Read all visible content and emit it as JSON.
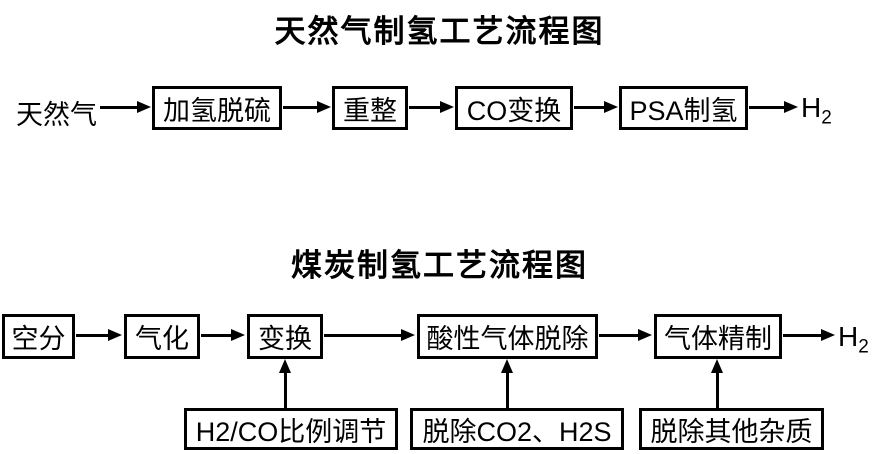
{
  "page": {
    "background_color": "#ffffff",
    "line_color": "#000000"
  },
  "natural_gas_diagram": {
    "title": "天然气制氢工艺流程图",
    "input_label": "天然气",
    "steps": [
      "加氢脱硫",
      "重整",
      "CO变换",
      "PSA制氢"
    ],
    "output_label": "H",
    "output_subscript": "2"
  },
  "coal_diagram": {
    "title": "煤炭制氢工艺流程图",
    "steps": [
      "空分",
      "气化",
      "变换",
      "酸性气体脱除",
      "气体精制"
    ],
    "output_label": "H",
    "output_subscript": "2",
    "sub_steps": [
      "H2/CO比例调节",
      "脱除CO2、H2S",
      "脱除其他杂质"
    ]
  }
}
